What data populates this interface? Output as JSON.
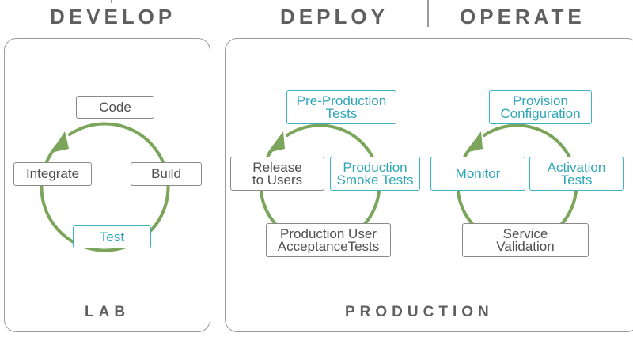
{
  "phases": {
    "develop": "DEVELOP",
    "deploy": "DEPLOY",
    "operate": "OPERATE"
  },
  "environments": {
    "lab": "LAB",
    "production": "PRODUCTION"
  },
  "colors": {
    "cycle_green": "#7aa55a",
    "teal": "#3bb3c3",
    "gray": "#8a8a8a",
    "heading": "#5f5f5f"
  },
  "develop_cycle": {
    "code": "Code",
    "build": "Build",
    "test": "Test",
    "integrate": "Integrate"
  },
  "deploy_cycle": {
    "pre_production_tests": "Pre-Production\nTests",
    "production_smoke_tests": "Production\nSmoke Tests",
    "production_user_acceptance_tests": "Production User\nAcceptanceTests",
    "release_to_users": "Release\nto Users"
  },
  "operate_cycle": {
    "provision_configuration": "Provision\nConfiguration",
    "activation_tests": "Activation\nTests",
    "service_validation": "Service\nValidation",
    "monitor": "Monitor"
  }
}
